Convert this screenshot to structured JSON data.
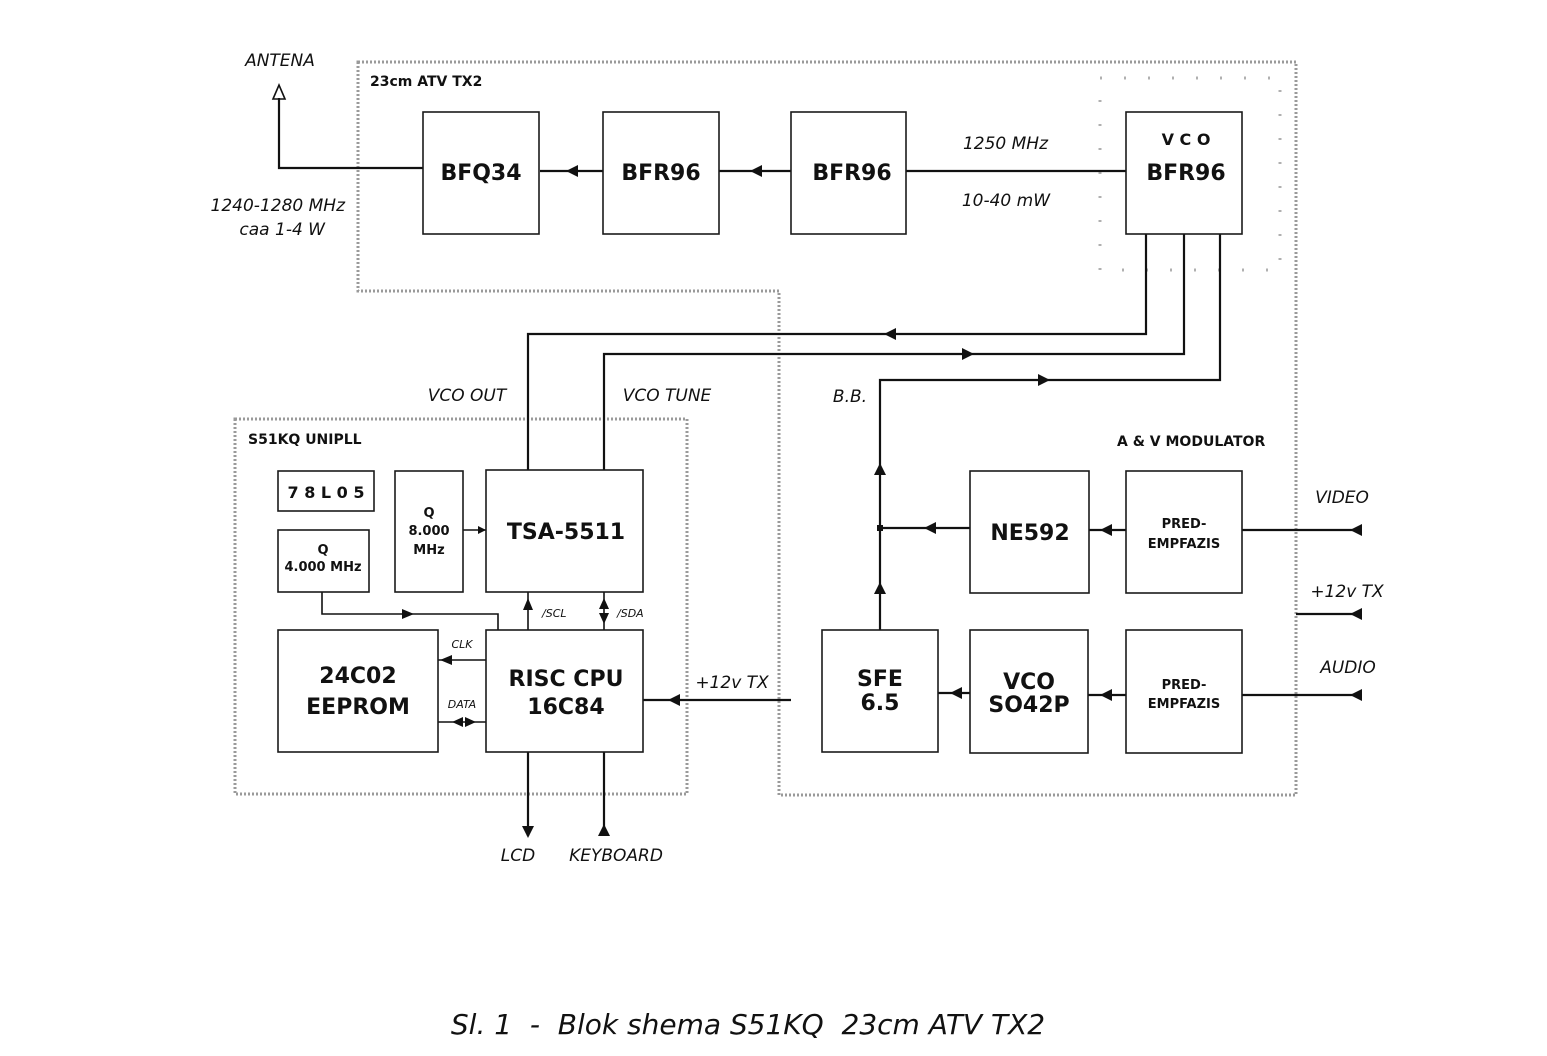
{
  "groups": {
    "tx": "23cm ATV TX2",
    "unipll": "S51KQ UNIPLL",
    "modulator": "A & V  MODULATOR"
  },
  "blocks": {
    "bfq34": "BFQ34",
    "bfr96_1": "BFR96",
    "bfr96_2": "BFR96",
    "vco_title": "V C O",
    "vco_part": "BFR96",
    "reg": "7 8 L 0 5",
    "xtal8_l1": "Q",
    "xtal8_l2": "8.000",
    "xtal8_l3": "MHz",
    "xtal4_l1": "Q",
    "xtal4_l2": "4.000 MHz",
    "tsa": "TSA-5511",
    "eeprom_l1": "24C02",
    "eeprom_l2": "EEPROM",
    "cpu_l1": "RISC CPU",
    "cpu_l2": "16C84",
    "ne592": "NE592",
    "pred1_l1": "PRED-",
    "pred1_l2": "EMPFAZIS",
    "sfe_l1": "SFE",
    "sfe_l2": "6.5",
    "vco2_l1": "VCO",
    "vco2_l2": "SO42P",
    "pred2_l1": "PRED-",
    "pred2_l2": "EMPFAZIS"
  },
  "labels": {
    "antena": "ANTENA",
    "out_freq": "1240-1280 MHz",
    "out_power": "caa 1-4 W",
    "vco_freq": "1250 MHz",
    "vco_power": "10-40 mW",
    "vco_out": "VCO OUT",
    "vco_tune": "VCO TUNE",
    "bb": "B.B.",
    "video": "VIDEO",
    "audio": "AUDIO",
    "v12_right": "+12v TX",
    "v12_cpu": "+12v TX",
    "scl": "/SCL",
    "sda": "/SDA",
    "clk": "CLK",
    "data": "DATA",
    "lcd": "LCD",
    "keyboard": "KEYBOARD"
  },
  "caption": "Sl. 1  -  Blok shema S51KQ  23cm ATV TX2"
}
